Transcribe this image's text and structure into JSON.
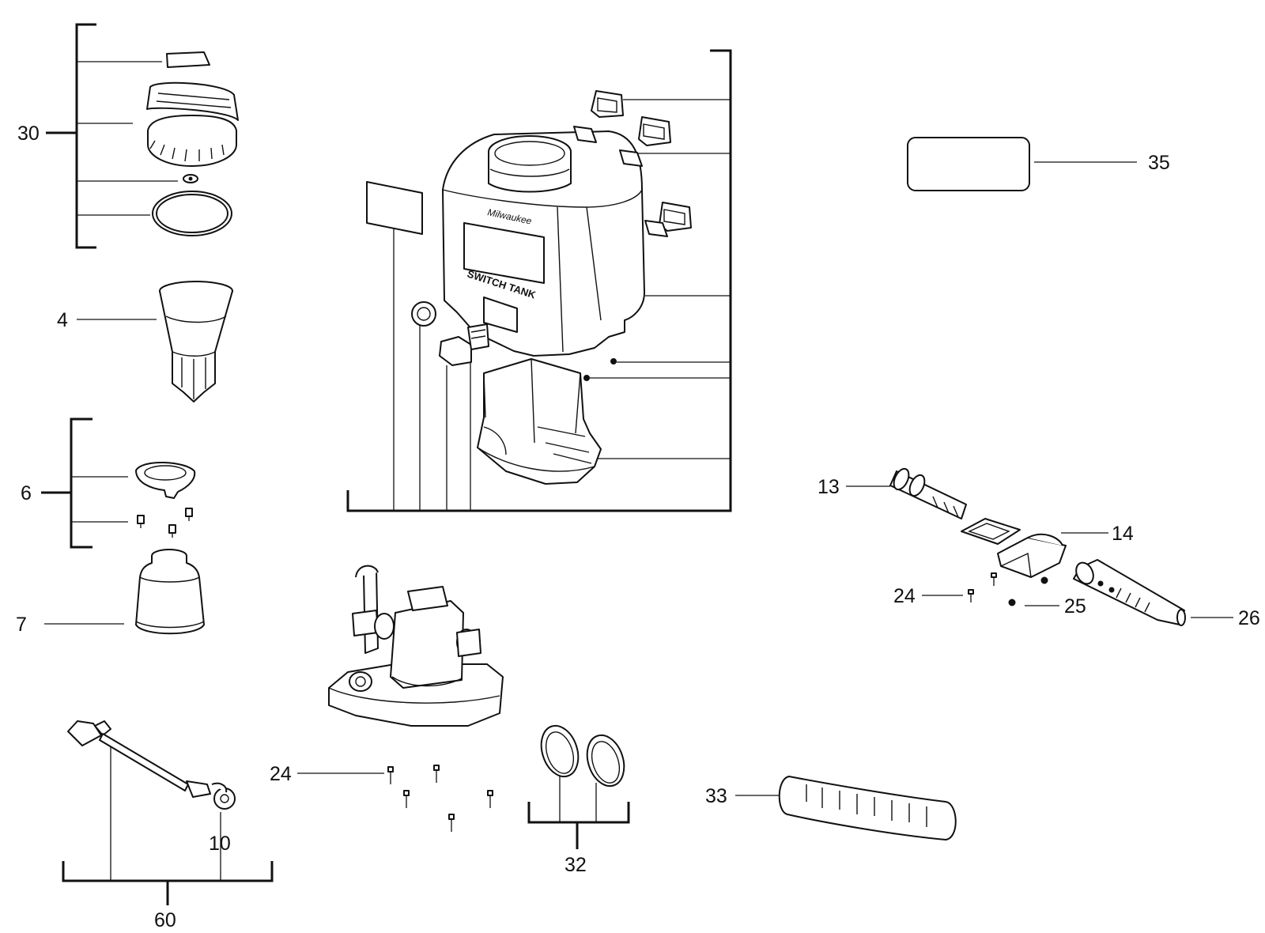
{
  "diagram": {
    "callouts": {
      "p30": "30",
      "p4": "4",
      "p6": "6",
      "p7": "7",
      "p60": "60",
      "p10": "10",
      "p24a": "24",
      "p32": "32",
      "p33": "33",
      "p13": "13",
      "p14": "14",
      "p24b": "24",
      "p25": "25",
      "p26": "26",
      "p35": "35"
    },
    "tank_text": {
      "brand": "Milwaukee",
      "model": "SWITCH TANK"
    },
    "line_color": "#111111",
    "background": "#ffffff"
  }
}
